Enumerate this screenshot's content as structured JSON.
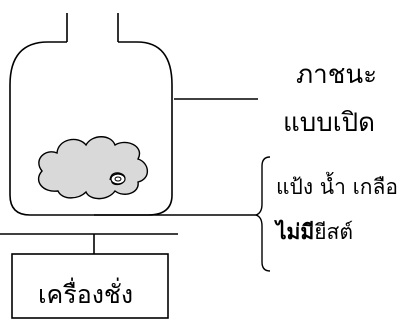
{
  "container": {
    "label_line1": "ภาชนะ",
    "label_line2": "แบบเปิด"
  },
  "dough": {
    "ingredients": "แป้ง น้ำ เกลือ",
    "no_yeast_bold": "ไม่มี",
    "no_yeast_rest": "ยีสต์"
  },
  "scale": {
    "label": "เครื่องชั่ง"
  }
}
